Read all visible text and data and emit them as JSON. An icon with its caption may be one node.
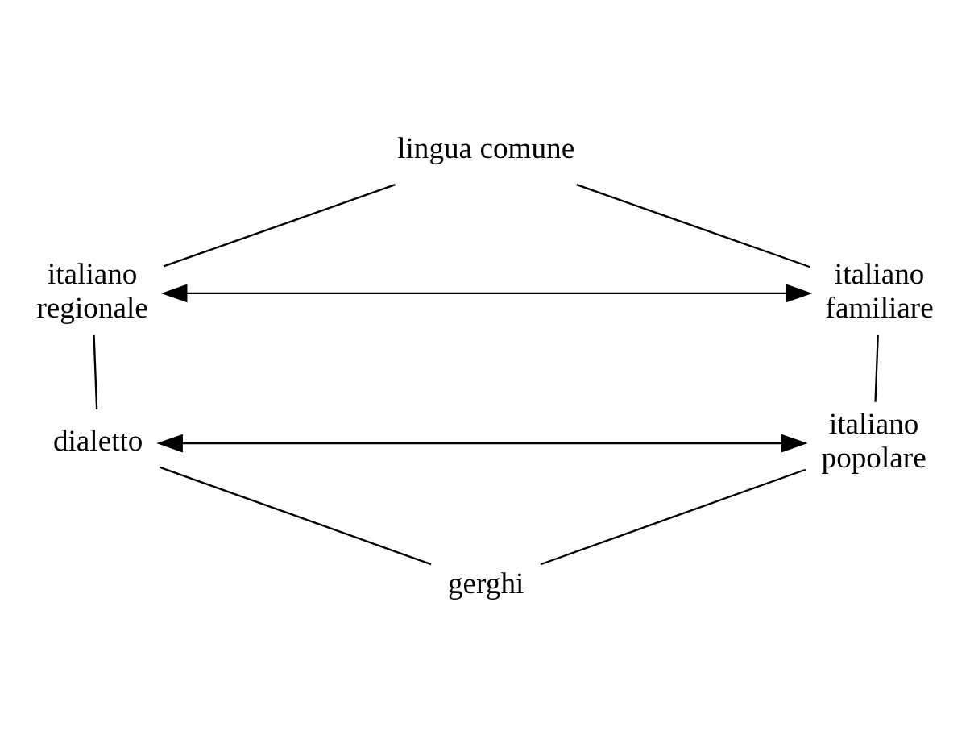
{
  "diagram": {
    "nodes": [
      {
        "text": [
          "lingua comune"
        ]
      },
      {
        "text": [
          "italiano regionale"
        ]
      },
      {
        "text": [
          "italiano familiare"
        ]
      },
      {
        "text": [
          "dialetto"
        ]
      },
      {
        "text": [
          "italiano popolare"
        ]
      },
      {
        "text": [
          "gerghi"
        ]
      }
    ],
    "edges": [
      {
        "from": 0,
        "to": 1,
        "arrow": "none"
      },
      {
        "from": 0,
        "to": 2,
        "arrow": "none"
      },
      {
        "from": 1,
        "to": 2,
        "arrow": "both"
      },
      {
        "from": 1,
        "to": 3,
        "arrow": "none"
      },
      {
        "from": 2,
        "to": 4,
        "arrow": "none"
      },
      {
        "from": 3,
        "to": 4,
        "arrow": "both"
      },
      {
        "from": 3,
        "to": 5,
        "arrow": "none"
      },
      {
        "from": 4,
        "to": 5,
        "arrow": "none"
      }
    ]
  }
}
